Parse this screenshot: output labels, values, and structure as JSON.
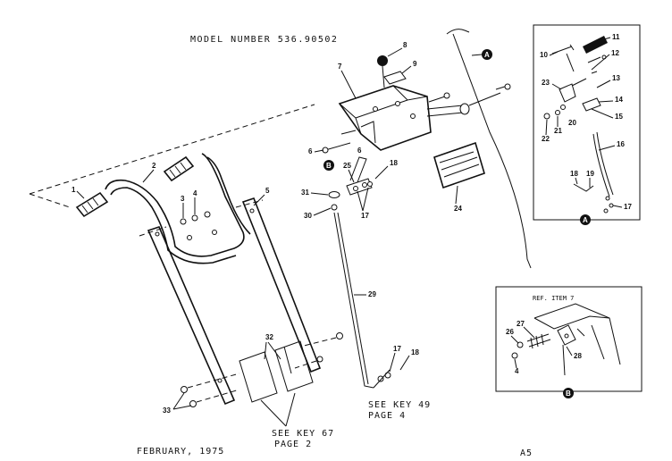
{
  "header": {
    "model": "MODEL NUMBER 536.90502"
  },
  "footer": {
    "date": "FEBRUARY, 1975",
    "page_code": "A5"
  },
  "notes": {
    "see_key_67": "SEE KEY 67",
    "page_2": "PAGE 2",
    "see_key_49": "SEE KEY 49",
    "page_4": "PAGE 4",
    "ref_item": "REF. ITEM 7"
  },
  "markers": {
    "a": "A",
    "b": "B"
  },
  "callouts": {
    "main": {
      "c1": "1",
      "c2": "2",
      "c3": "3",
      "c4": "4",
      "c5": "5",
      "c6": "6",
      "c7": "7",
      "c8": "8",
      "c9": "9",
      "c6b": "6",
      "c18": "18",
      "c25": "25",
      "c31": "31",
      "c30": "30",
      "c17": "17",
      "c24": "24",
      "c29": "29",
      "c32": "32",
      "c33": "33",
      "c17b": "17",
      "c18b": "18"
    },
    "inset_a": {
      "c10": "10",
      "c11": "11",
      "c12": "12",
      "c13": "13",
      "c23": "23",
      "c14": "14",
      "c20": "20",
      "c15": "15",
      "c22": "22",
      "c21": "21",
      "c16": "16",
      "c18": "18",
      "c19": "19",
      "c17": "17"
    },
    "inset_b": {
      "c27": "27",
      "c26": "26",
      "c28": "28",
      "c4": "4"
    }
  }
}
